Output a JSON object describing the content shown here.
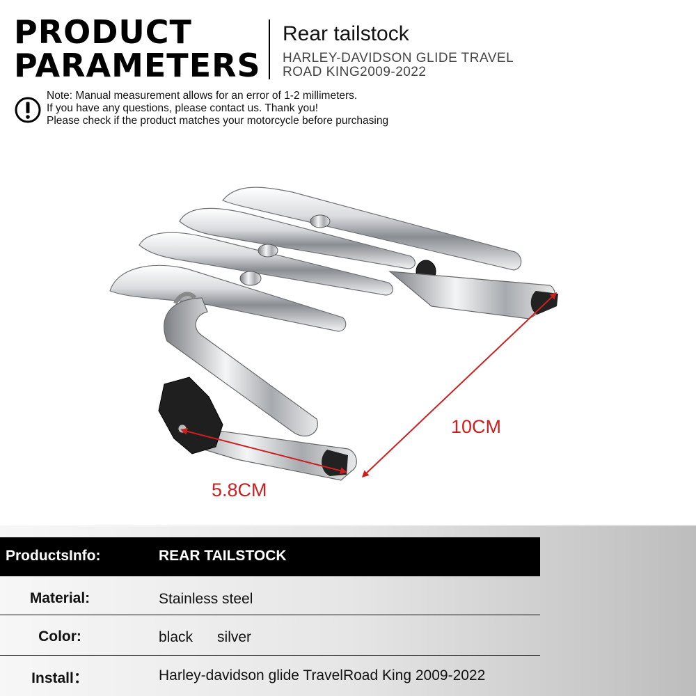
{
  "header": {
    "title_line1": "PRODUCT",
    "title_line2": "PARAMETERS",
    "subtitle": "Rear tailstock",
    "model_line1": "HARLEY-DAVIDSON GLIDE TRAVEL",
    "model_line2": "ROAD KING2009-2022"
  },
  "note": {
    "icon": "exclamation-circle-icon",
    "line1": "Note: Manual measurement allows for an error of 1-2 millimeters.",
    "line2": "If you have any questions, please contact us. Thank you!",
    "line3": "Please check if the product matches your motorcycle before purchasing"
  },
  "dimensions": {
    "long": "10CM",
    "short": "5.8CM",
    "arrow_color": "#cc1f1f"
  },
  "specs": {
    "header_key": "ProductsInfo:",
    "header_value": "REAR TAILSTOCK",
    "rows": [
      {
        "key": "Material:",
        "value": "Stainless steel"
      },
      {
        "key": "Color:",
        "value": "black      silver"
      },
      {
        "key": "Install：",
        "value": "Harley-davidson glide TravelRoad King 2009-2022"
      }
    ]
  }
}
